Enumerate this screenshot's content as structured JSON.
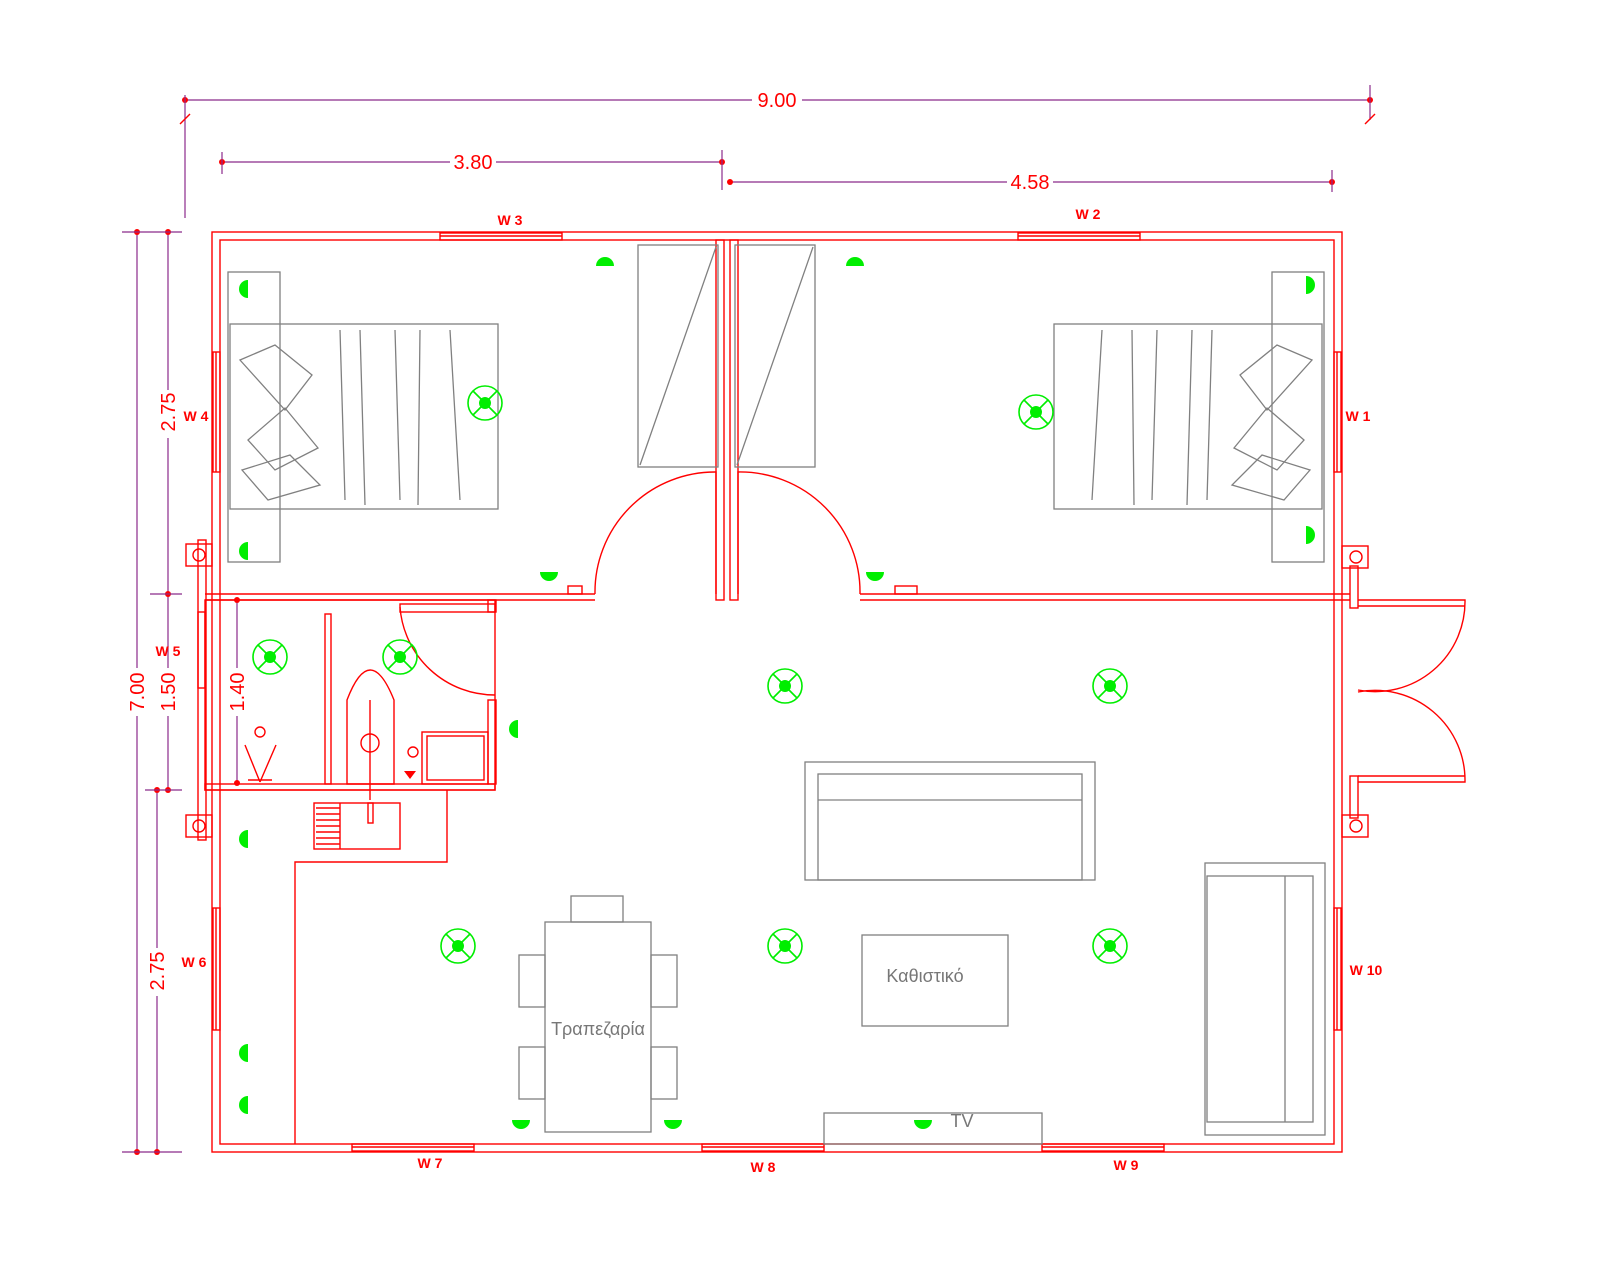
{
  "dimensions": {
    "total_width": "9.00",
    "left_width": "3.80",
    "right_width": "4.58",
    "total_depth": "7.00",
    "bedroom_depth": "2.75",
    "bath_depth": "1.50",
    "living_depth": "2.75",
    "bath_inner": "1.40"
  },
  "windows": [
    "W 1",
    "W 2",
    "W 3",
    "W 4",
    "W 5",
    "W 6",
    "W 7",
    "W 8",
    "W 9",
    "W 10"
  ],
  "rooms": {
    "living": "Καθιστικό",
    "dining": "Τραπεζαρία",
    "tv": "TV"
  },
  "colors": {
    "walls": "#ff0000",
    "furniture": "#808080",
    "electrical": "#00ee00",
    "dimension_lines": "#8b2a8b"
  }
}
